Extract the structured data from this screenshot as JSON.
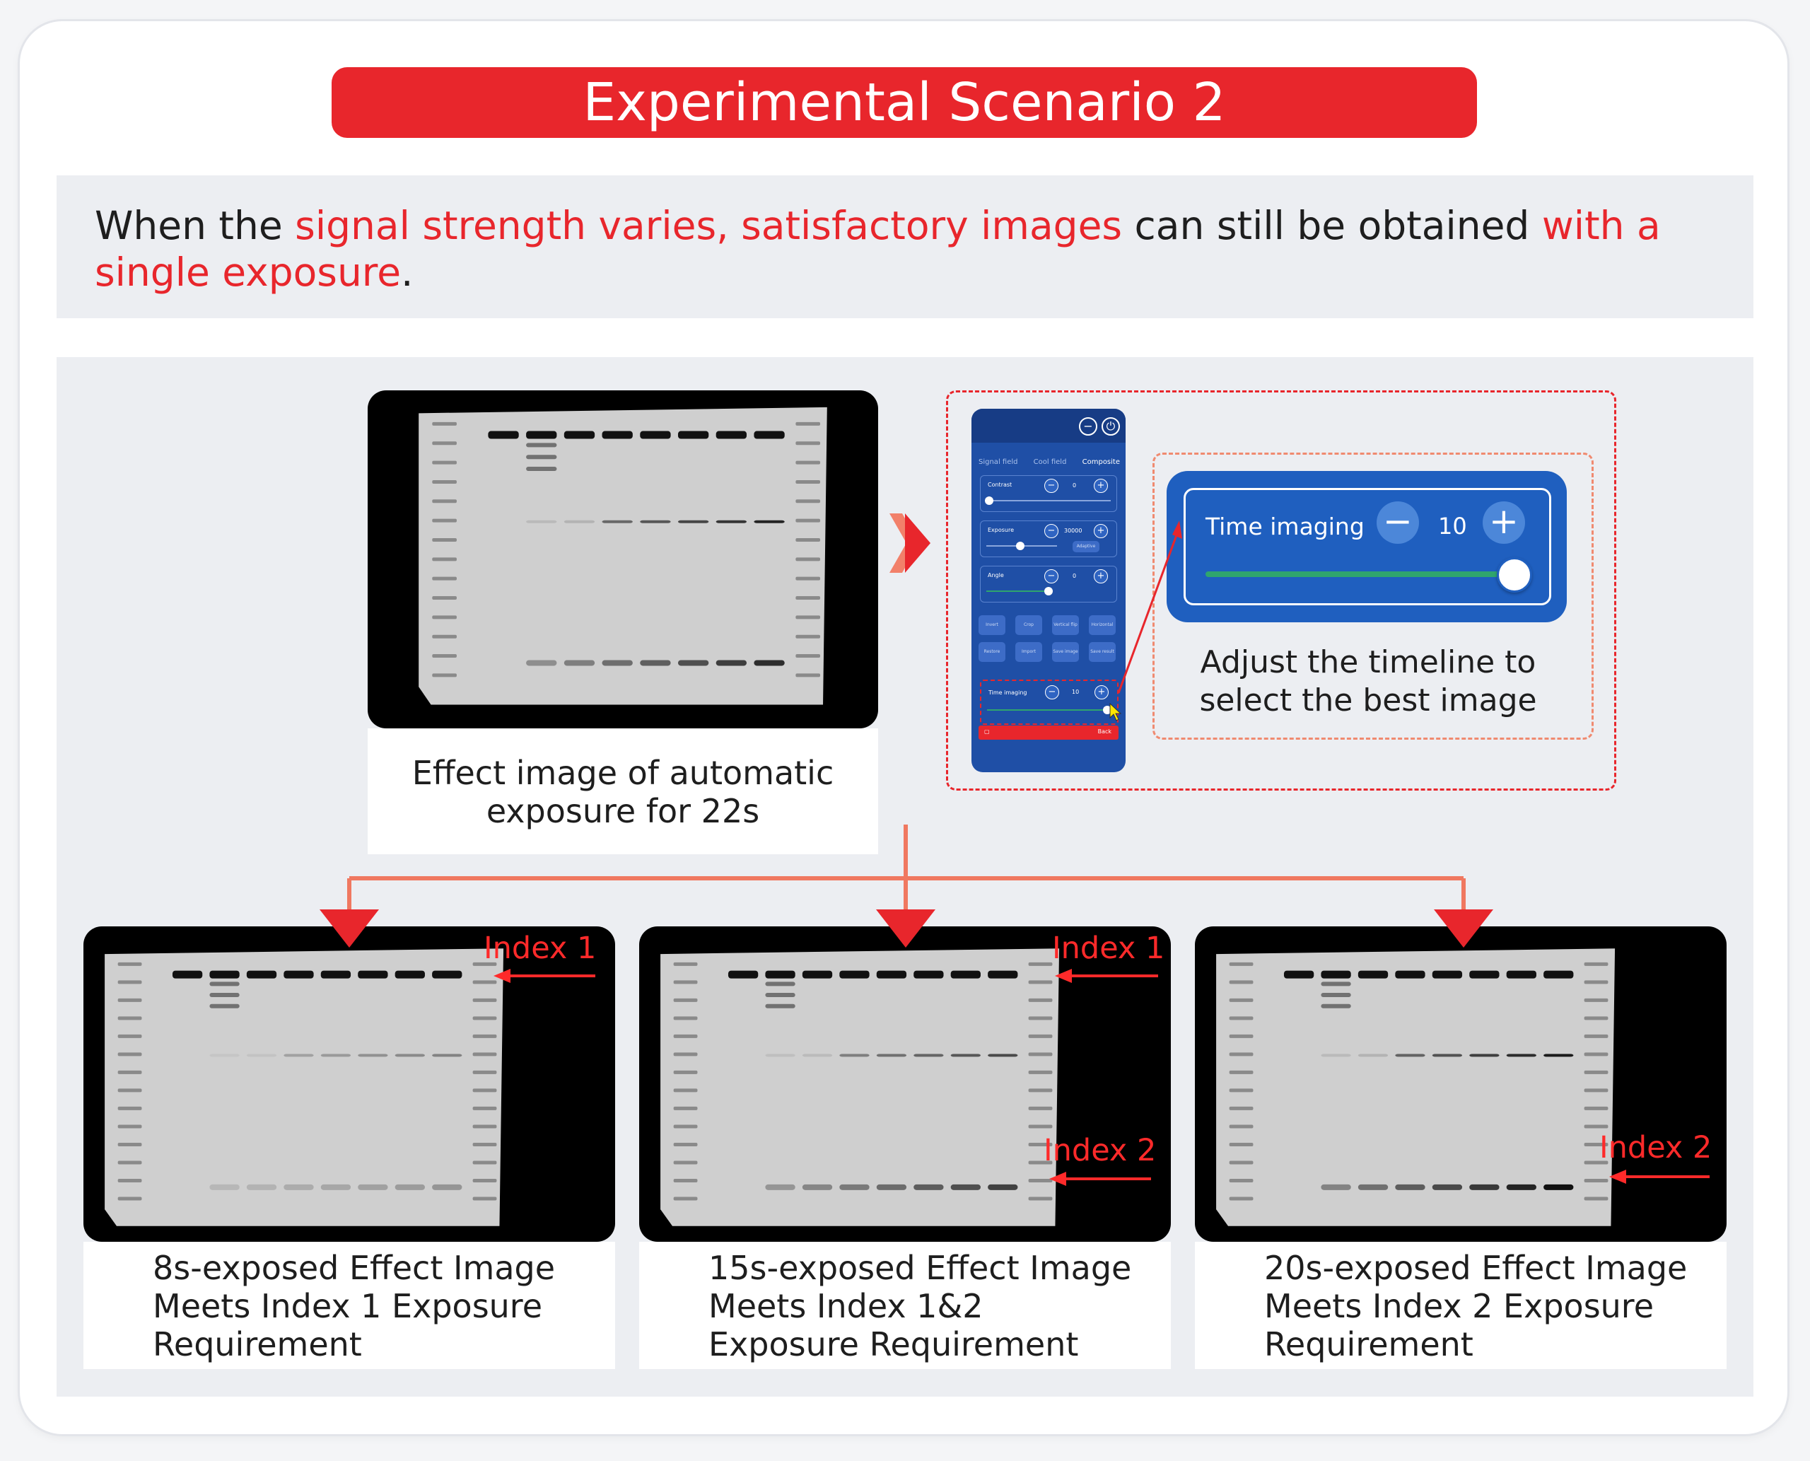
{
  "title": "Experimental Scenario 2",
  "intro": {
    "t1": "When the ",
    "h1": "signal strength varies, satisfactory images",
    "t2": " can still be obtained ",
    "h2": "with a single exposure",
    "t3": "."
  },
  "main_caption": "Effect image of automatic exposure for 22s",
  "software": {
    "tabs": [
      "Signal field",
      "Cool field",
      "Composite"
    ],
    "contrast_label": "Contrast",
    "contrast_value": "0",
    "exposure_label": "Exposure",
    "exposure_value": "30000",
    "adaptive_label": "Adaptive",
    "angle_label": "Angle",
    "angle_value": "0",
    "buttons": [
      "Invert",
      "Crop",
      "Vertical flip",
      "Horizontal flip",
      "Restore",
      "Import",
      "Save image",
      "Save result"
    ],
    "time_label": "Time imaging",
    "time_value": "10",
    "back_label": "Back"
  },
  "time_panel": {
    "label": "Time imaging",
    "value": "10",
    "slider_fraction": 1.0
  },
  "adjust_caption": "Adjust the timeline to select the best image",
  "results": [
    {
      "caption": "8s-exposed Effect Image Meets Index 1 Exposure Requirement",
      "index1": "Index 1",
      "index2": ""
    },
    {
      "caption": "15s-exposed Effect Image Meets Index 1&2 Exposure Requirement",
      "index1": "Index 1",
      "index2": "Index 2"
    },
    {
      "caption": "20s-exposed Effect Image Meets Index 2 Exposure Requirement",
      "index1": "",
      "index2": "Index 2"
    }
  ],
  "colors": {
    "accent_red": "#e8262c",
    "panel_blue": "#1f5fbf",
    "connector_orange": "#f07860"
  }
}
